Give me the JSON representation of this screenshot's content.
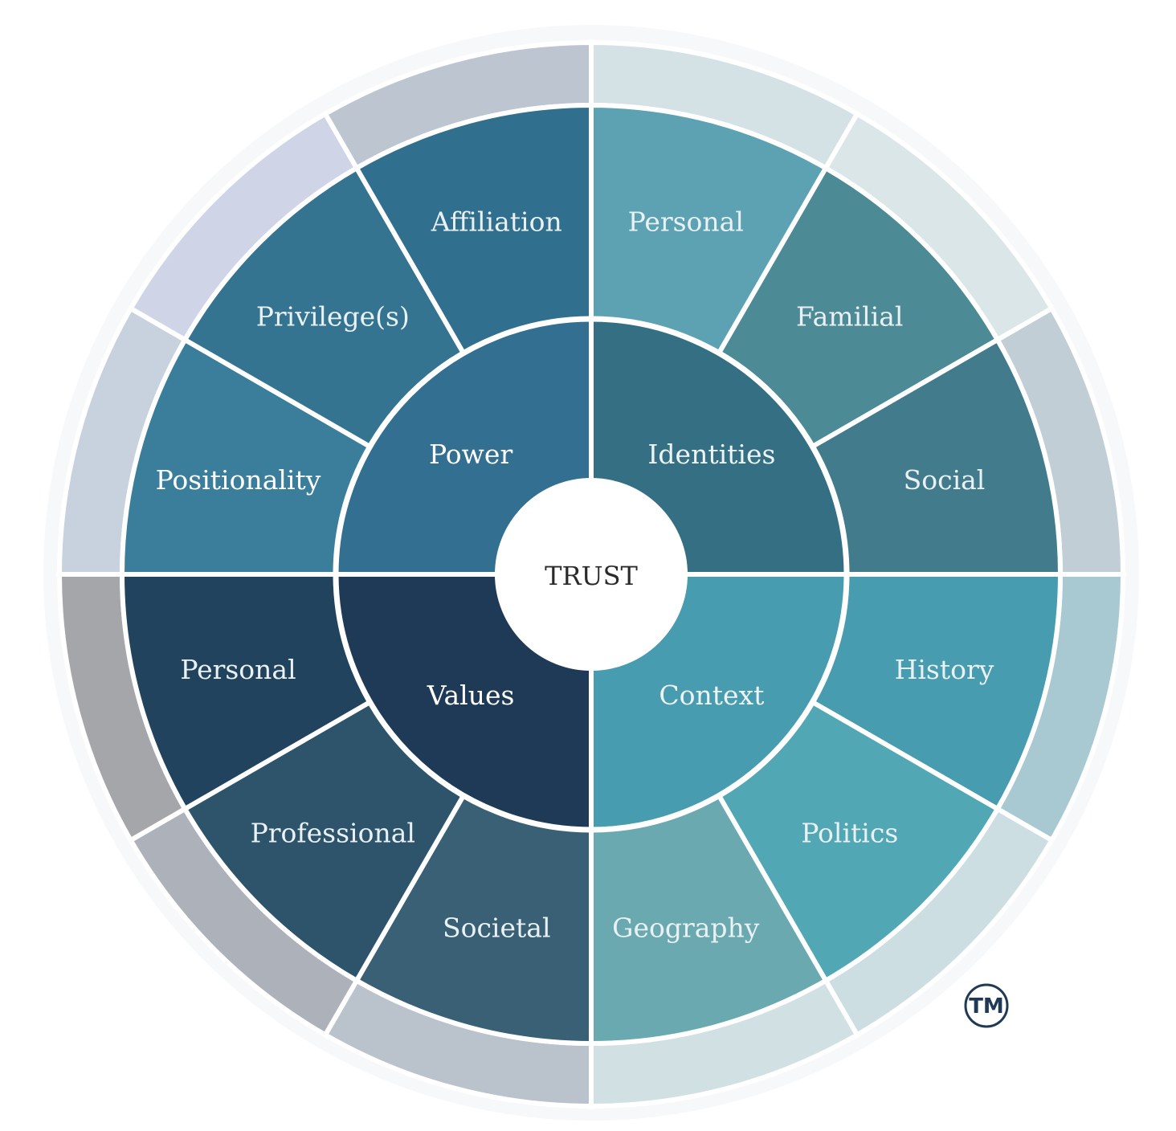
{
  "center": {
    "label": "TRUST",
    "fill": "#ffffff"
  },
  "quadrants": [
    {
      "id": "identities",
      "label": "Identities",
      "fill": "#356f83",
      "subs": [
        {
          "label": "Personal",
          "fill": "#5da2b3",
          "band": "#d4e2e5"
        },
        {
          "label": "Familial",
          "fill": "#4c8a96",
          "band": "#dbe6e8"
        },
        {
          "label": "Social",
          "fill": "#427c8c",
          "band": "#c2ced6"
        }
      ]
    },
    {
      "id": "context",
      "label": "Context",
      "fill": "#479caf",
      "subs": [
        {
          "label": "History",
          "fill": "#479caf",
          "band": "#a9c9d2"
        },
        {
          "label": "Politics",
          "fill": "#52a7b4",
          "band": "#ccdee2"
        },
        {
          "label": "Geography",
          "fill": "#6aa9b0",
          "band": "#d1e0e3"
        }
      ]
    },
    {
      "id": "values",
      "label": "Values",
      "fill": "#1f3a57",
      "subs": [
        {
          "label": "Societal",
          "fill": "#3a6075",
          "band": "#bac2cc"
        },
        {
          "label": "Professional",
          "fill": "#2d546b",
          "band": "#adb2ba"
        },
        {
          "label": "Personal",
          "fill": "#21435d",
          "band": "#a5a6aa"
        }
      ]
    },
    {
      "id": "power",
      "label": "Power",
      "fill": "#336f90",
      "subs": [
        {
          "label": "Positionality",
          "fill": "#3b7e9c",
          "band": "#c8d1de"
        },
        {
          "label": "Privilege(s)",
          "fill": "#357490",
          "band": "#cfd5e6"
        },
        {
          "label": "Affiliation",
          "fill": "#316f8e",
          "band": "#bcc5d0"
        }
      ]
    }
  ],
  "trademark": {
    "label": "TM",
    "color": "#1f3a55"
  }
}
